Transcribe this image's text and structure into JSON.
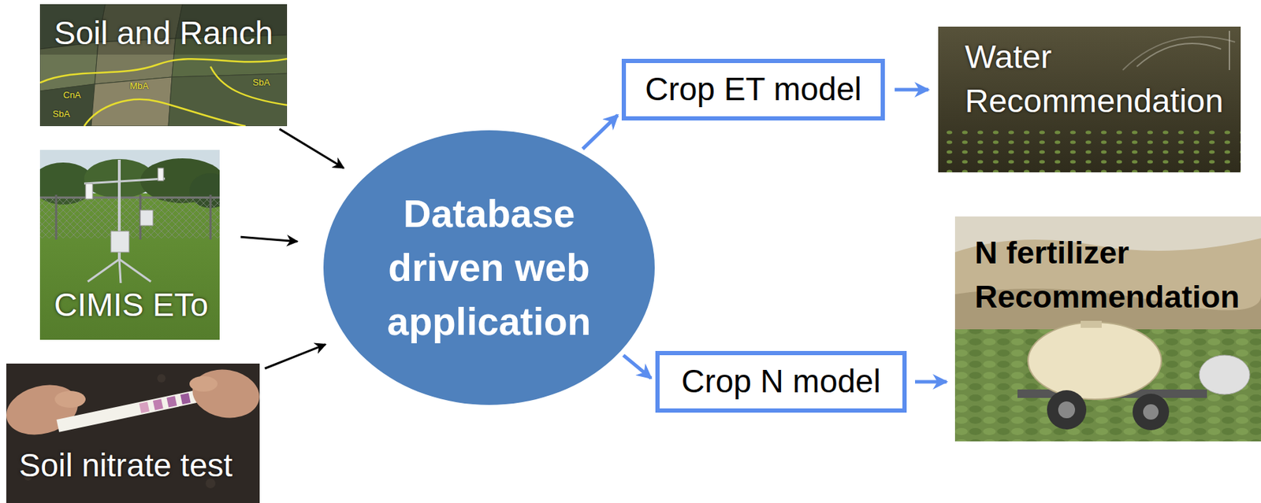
{
  "diagram": {
    "nodes": [
      {
        "text": [
          "Soil and Ranch"
        ]
      },
      {
        "text": [
          "CIMIS ETo"
        ]
      },
      {
        "text": [
          "Soil nitrate test"
        ]
      },
      {
        "text": [
          "Database driven web application"
        ]
      },
      {
        "text": [
          "Crop ET model"
        ]
      },
      {
        "text": [
          "Water Recommendation"
        ]
      },
      {
        "text": [
          "Crop N model"
        ]
      },
      {
        "text": [
          "N fertilizer Recommendation"
        ]
      }
    ],
    "edges": [
      {
        "from": 0,
        "to": 3,
        "arrow": "to"
      },
      {
        "from": 1,
        "to": 3,
        "arrow": "to"
      },
      {
        "from": 2,
        "to": 3,
        "arrow": "to"
      },
      {
        "from": 3,
        "to": 4,
        "arrow": "to"
      },
      {
        "from": 4,
        "to": 5,
        "arrow": "to"
      },
      {
        "from": 3,
        "to": 6,
        "arrow": "to"
      },
      {
        "from": 6,
        "to": 7,
        "arrow": "to"
      }
    ],
    "labels": [
      "CnA",
      "MbA",
      "SbA",
      "SbA"
    ]
  }
}
